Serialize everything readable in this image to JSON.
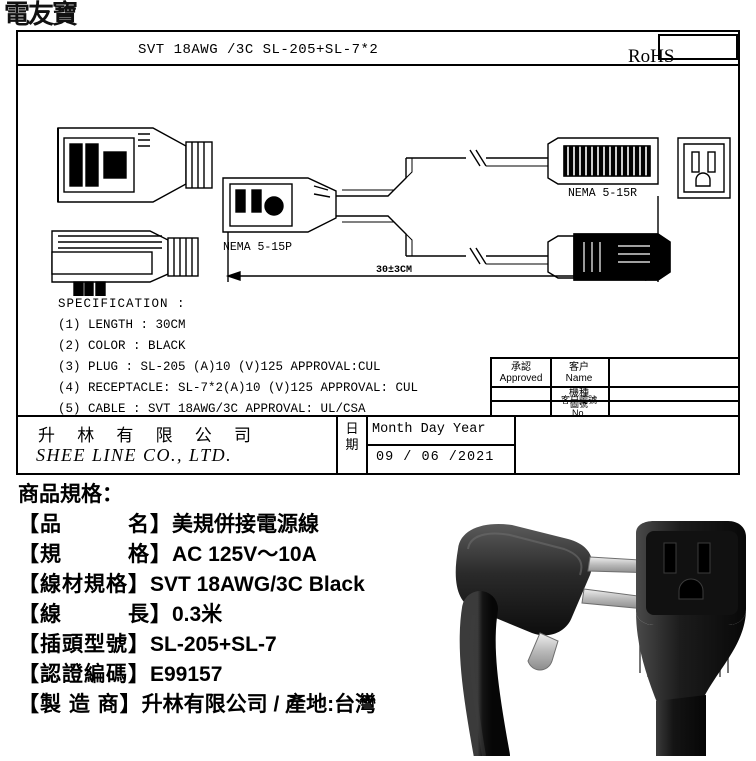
{
  "watermark": "電友寶",
  "drawing": {
    "header_text": "SVT 18AWG /3C   SL-205+SL-7*2",
    "rohs": "RoHS",
    "labels": {
      "plug": "NEMA 5-15P",
      "receptacle": "NEMA 5-15R",
      "dimension": "30±3CM"
    },
    "spec_title": "SPECIFICATION  :",
    "spec_lines": [
      "(1) LENGTH    : 30CM",
      "(2) COLOR     : BLACK",
      "(3) PLUG      : SL-205  (A)10 (V)125  APPROVAL:CUL",
      "(4) RECEPTACLE: SL-7*2(A)10 (V)125   APPROVAL: CUL",
      "(5) CABLE     : SVT 18AWG/3C  APPROVAL: UL/CSA"
    ],
    "title_block": {
      "company_cn": "升 林 有 限 公 司",
      "company_en": "SHEE LINE CO., LTD.",
      "date_label": "日期",
      "date_header": "Month Day Year",
      "date_value": "09 / 06 /2021"
    },
    "approval_table": {
      "approve_cn": "承認",
      "approve_en": "Approved",
      "customer_cn": "客户",
      "customer_en": "Name",
      "model_cn": "機種",
      "cust_dwg_cn": "客户圖號",
      "dwg_cn": "圖號",
      "dwg_en": "No."
    }
  },
  "product": {
    "title": "商品規格：",
    "rows": [
      {
        "key": "【品　　　名】",
        "value": "美規併接電源線"
      },
      {
        "key": "【規　　　格】",
        "value": "AC 125V～10A"
      },
      {
        "key": "【線材規格】",
        "value": "SVT 18AWG/3C Black"
      },
      {
        "key": "【線　　　長】",
        "value": "0.3米"
      },
      {
        "key": "【插頭型號】",
        "value": "SL-205+SL-7"
      },
      {
        "key": "【認證編碼】",
        "value": "E99157"
      },
      {
        "key": "【製 造 商】",
        "value": "升林有限公司 / 產地:台灣"
      }
    ]
  }
}
